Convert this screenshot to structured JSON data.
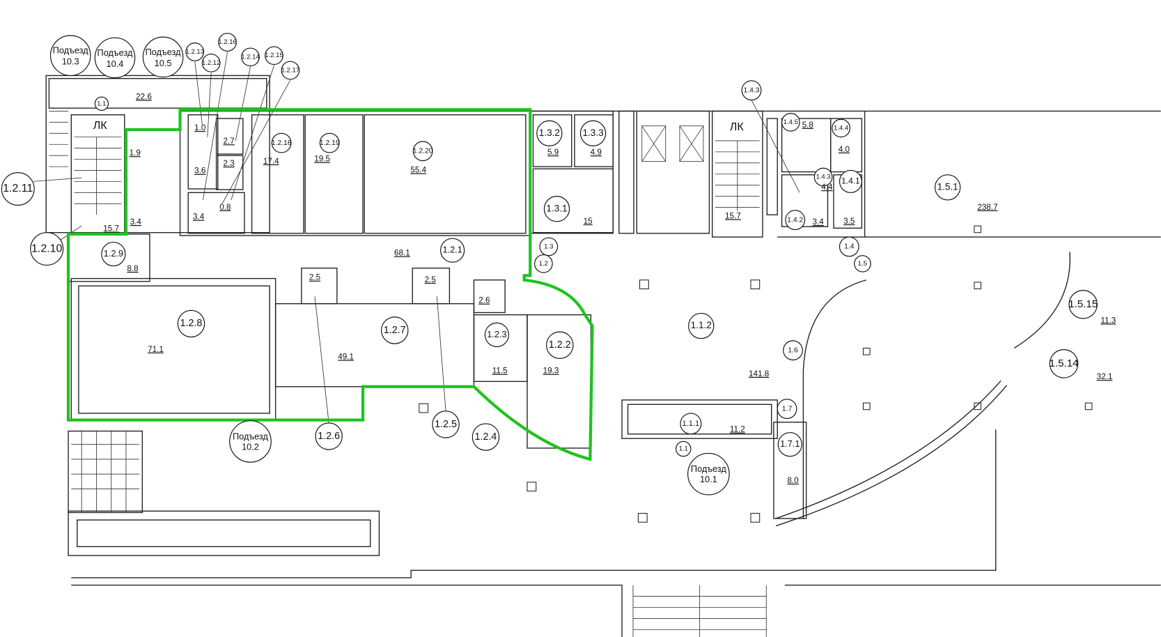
{
  "plan": {
    "highlight_color": "#1fc31f",
    "stair_label": "ЛК",
    "entrances": [
      {
        "label": "Подъезд",
        "num": "10.3"
      },
      {
        "label": "Подъезд",
        "num": "10.4"
      },
      {
        "label": "Подъезд",
        "num": "10.5"
      },
      {
        "label": "Подъезд",
        "num": "10.2"
      },
      {
        "label": "Подъезд",
        "num": "10.1"
      }
    ],
    "room_ids": [
      "1.2.13",
      "1.2.12",
      "1.2.16",
      "1.2.14",
      "1.2.15",
      "1.2.17",
      "1.1",
      "1.2.11",
      "1.2.10",
      "1.2.9",
      "1.2.8",
      "1.2.18",
      "1.2.19",
      "1.2.20",
      "1.2.1",
      "1.2.7",
      "1.2.6",
      "1.2.5",
      "1.2.4",
      "1.2.3",
      "1.2.2",
      "1.3.2",
      "1.3.3",
      "1.3.1",
      "1.3",
      "1.2",
      "1.1.2",
      "1.6",
      "1.1.1",
      "1.1",
      "1.7",
      "1.7.1",
      "1.4.3",
      "1.4.5",
      "1.4.4",
      "1.4.3",
      "1.4.1",
      "1.4.2",
      "1.4",
      "1.5",
      "1.5.1",
      "1.5.15",
      "1.5.14"
    ],
    "areas": [
      "22.6",
      "1.9",
      "3.4",
      "15.7",
      "3.6",
      "1.0",
      "2.7",
      "2.3",
      "0.8",
      "3.4",
      "17.4",
      "19.5",
      "55.4",
      "68.1",
      "8.8",
      "71.1",
      "49.1",
      "2.5",
      "2.5",
      "2.6",
      "11.5",
      "19.3",
      "5.9",
      "4.9",
      "15",
      "15.7",
      "5.8",
      "4.0",
      "4.4",
      "3.4",
      "3.5",
      "238.7",
      "141.8",
      "11.2",
      "8.0",
      "11.3",
      "32.1"
    ]
  }
}
